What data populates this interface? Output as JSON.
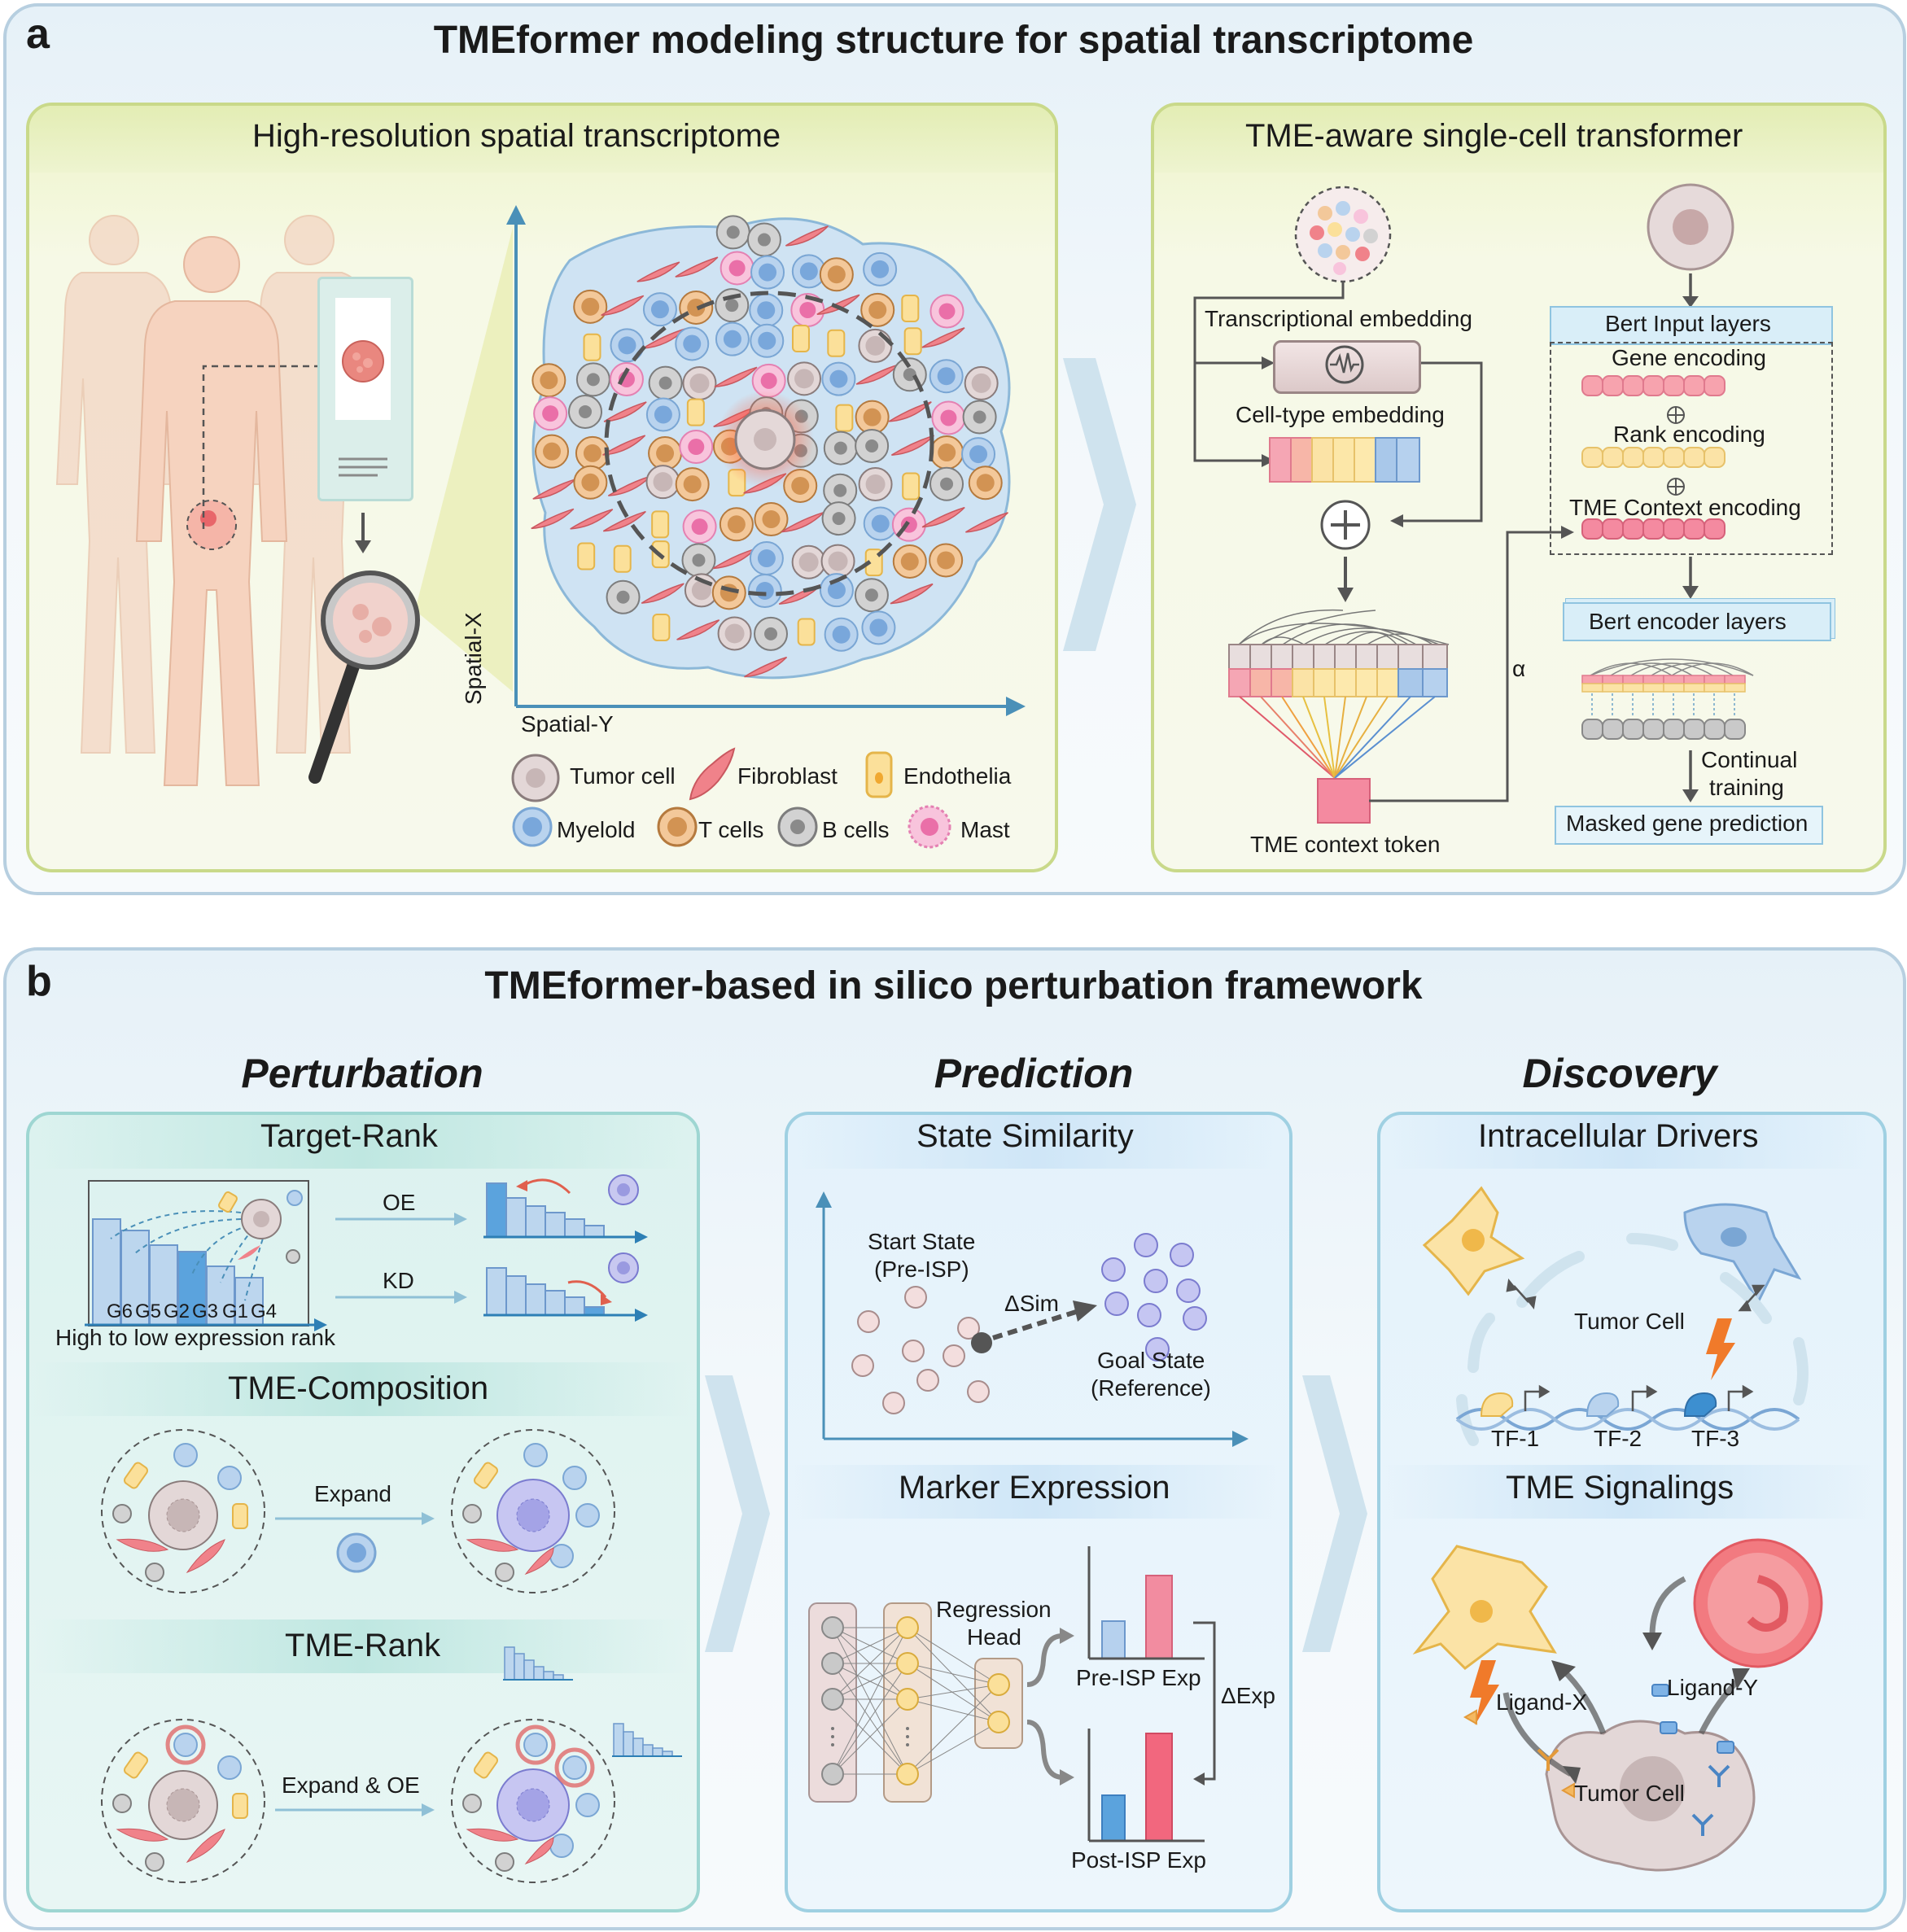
{
  "panel_a": {
    "letter": "a",
    "title": "TMEformer modeling structure for spatial transcriptome",
    "left": {
      "title": "High-resolution spatial transcriptome",
      "axis_x": "Spatial-Y",
      "axis_y": "Spatial-X",
      "legend": [
        {
          "label": "Tumor cell",
          "icon": "tumor-cell-icon"
        },
        {
          "label": "Fibroblast",
          "icon": "fibroblast-icon"
        },
        {
          "label": "Endothelia",
          "icon": "endothelia-icon"
        },
        {
          "label": "Myelold",
          "icon": "myeloid-icon"
        },
        {
          "label": "T cells",
          "icon": "t-cell-icon"
        },
        {
          "label": "B cells",
          "icon": "b-cell-icon"
        },
        {
          "label": "Mast",
          "icon": "mast-cell-icon"
        }
      ]
    },
    "right": {
      "title": "TME-aware single-cell transformer",
      "transcriptional_embedding": "Transcriptional embedding",
      "cell_type_embedding": "Cell-type embedding",
      "tme_context_token": "TME context token",
      "alpha": "α",
      "bert_input_layers": "Bert Input layers",
      "gene_encoding": "Gene encoding",
      "rank_encoding": "Rank encoding",
      "tme_context_encoding": "TME Context encoding",
      "bert_encoder_layers": "Bert encoder layers",
      "continual_training_1": "Continual",
      "continual_training_2": "training",
      "masked_gene_prediction": "Masked gene prediction"
    }
  },
  "panel_b": {
    "letter": "b",
    "title": "TMEformer-based in silico perturbation framework",
    "columns": {
      "perturbation": "Perturbation",
      "prediction": "Prediction",
      "discovery": "Discovery"
    },
    "perturbation": {
      "target_rank": "Target-Rank",
      "genes": [
        "G6",
        "G5",
        "G2",
        "G3",
        "G1",
        "G4"
      ],
      "rank_caption": "High to low expression rank",
      "oe": "OE",
      "kd": "KD",
      "tme_composition": "TME-Composition",
      "expand": "Expand",
      "tme_rank": "TME-Rank",
      "expand_oe": "Expand & OE"
    },
    "prediction": {
      "state_similarity": "State Similarity",
      "start_state_1": "Start State",
      "start_state_2": "(Pre-ISP)",
      "delta_sim": "ΔSim",
      "goal_state_1": "Goal State",
      "goal_state_2": "(Reference)",
      "marker_expression": "Marker Expression",
      "regression_head_1": "Regression",
      "regression_head_2": "Head",
      "pre_isp": "Pre-ISP Exp",
      "post_isp": "Post-ISP Exp",
      "delta_exp": "ΔExp"
    },
    "discovery": {
      "intracellular_drivers": "Intracellular Drivers",
      "tumor_cell_1": "Tumor Cell",
      "tf": [
        "TF-1",
        "TF-2",
        "TF-3"
      ],
      "tme_signalings": "TME Signalings",
      "ligand_x": "Ligand-X",
      "ligand_y": "Ligand-Y",
      "tumor_cell_2": "Tumor Cell"
    }
  },
  "colors": {
    "accent_blue": "#5b9bd5",
    "pink": "#f08aa0",
    "yellow": "#f9d98a",
    "orange": "#f08a2a"
  }
}
